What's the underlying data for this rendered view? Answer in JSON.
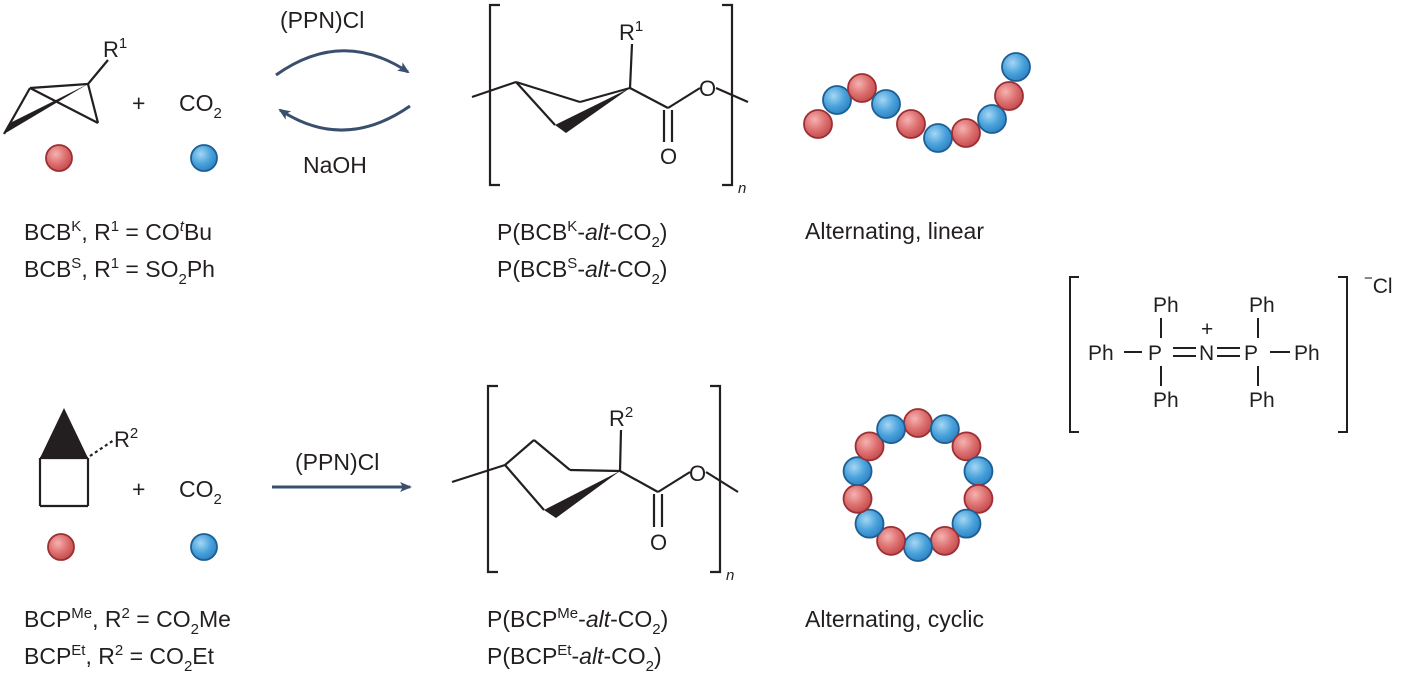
{
  "colors": {
    "red_bead": "#dd6f6f",
    "red_bead_stroke": "#9c2f33",
    "blue_bead": "#4aa3dc",
    "blue_bead_stroke": "#1d5f93",
    "arrow": "#3a4f6e",
    "ink": "#231f20"
  },
  "top": {
    "r_label": "R",
    "r_sup": "1",
    "plus": "+",
    "co2": "CO",
    "co2_sub": "2",
    "reagent_forward": "(PPN)Cl",
    "reagent_reverse": "NaOH",
    "product_sub_r": "R",
    "product_sub_r_sup": "1",
    "o_ester": "O",
    "o_carbonyl": "O",
    "n_index": "n",
    "monomer_line1": {
      "a": "BCB",
      "a_sup": "K",
      "b": ", R",
      "b_sup": "1",
      "c": " = CO",
      "c_sup": "t",
      "d": "Bu"
    },
    "monomer_line2": {
      "a": "BCB",
      "a_sup": "S",
      "b": ", R",
      "b_sup": "1",
      "c": " = SO",
      "c_sub": "2",
      "d": "Ph"
    },
    "polymer_line1": {
      "a": "P(BCB",
      "a_sup": "K",
      "b": "-",
      "b_it": "alt",
      "c": "-CO",
      "c_sub": "2",
      "d": ")"
    },
    "polymer_line2": {
      "a": "P(BCB",
      "a_sup": "S",
      "b": "-",
      "b_it": "alt",
      "c": "-CO",
      "c_sub": "2",
      "d": ")"
    },
    "topology": "Alternating, linear",
    "chain_sequence": [
      "red",
      "blue",
      "red",
      "blue",
      "red",
      "blue",
      "red",
      "blue",
      "red",
      "blue"
    ]
  },
  "bottom": {
    "r_label": "R",
    "r_sup": "2",
    "plus": "+",
    "co2": "CO",
    "co2_sub": "2",
    "reagent_forward": "(PPN)Cl",
    "product_sub_r": "R",
    "product_sub_r_sup": "2",
    "o_ester": "O",
    "o_carbonyl": "O",
    "n_index": "n",
    "monomer_line1": {
      "a": "BCP",
      "a_sup": "Me",
      "b": ", R",
      "b_sup": "2",
      "c": " = CO",
      "c_sub": "2",
      "d": "Me"
    },
    "monomer_line2": {
      "a": "BCP",
      "a_sup": "Et",
      "b": ", R",
      "b_sup": "2",
      "c": " = CO",
      "c_sub": "2",
      "d": "Et"
    },
    "polymer_line1": {
      "a": "P(BCP",
      "a_sup": "Me",
      "b": "-",
      "b_it": "alt",
      "c": "-CO",
      "c_sub": "2",
      "d": ")"
    },
    "polymer_line2": {
      "a": "P(BCP",
      "a_sup": "Et",
      "b": "-",
      "b_it": "alt",
      "c": "-CO",
      "c_sub": "2",
      "d": ")"
    },
    "topology": "Alternating, cyclic",
    "ring_sequence": [
      "red",
      "blue",
      "red",
      "blue",
      "red",
      "blue",
      "red",
      "blue",
      "red",
      "blue",
      "red",
      "blue",
      "red",
      "blue"
    ]
  },
  "ppn": {
    "ph": "Ph",
    "p": "P",
    "n": "N",
    "plus": "+",
    "minus": "−",
    "counterion": "Cl"
  }
}
